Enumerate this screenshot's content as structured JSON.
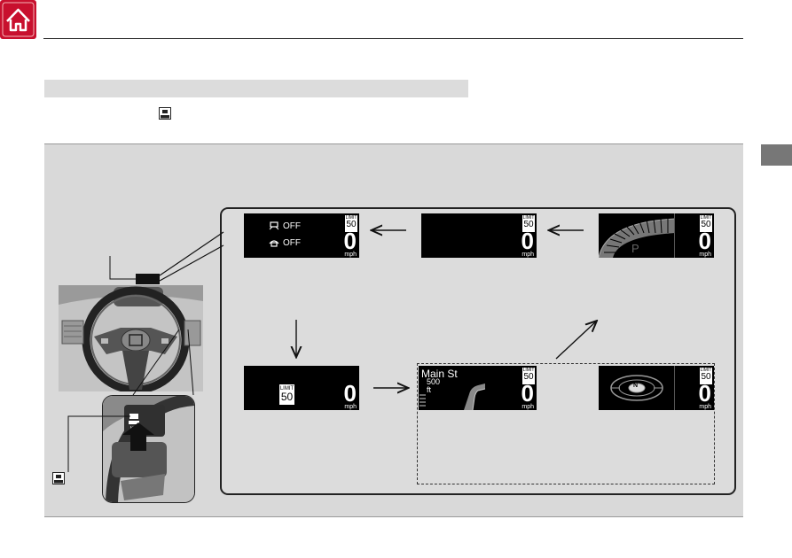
{
  "header": {
    "home_icon": "home-icon"
  },
  "figure": {
    "limit_label": "LIMIT",
    "limit_value": "50",
    "speed": "0",
    "unit": "mph",
    "screen_a": {
      "line1": "OFF",
      "line2": "OFF"
    },
    "screen_c": {
      "gear": "P"
    },
    "screen_e": {
      "street": "Main St",
      "distance": "500",
      "distance_unit": "ft"
    },
    "screen_f": {
      "compass": "N"
    },
    "button_label": "HUD"
  },
  "colors": {
    "home_red": "#c8102e",
    "panel_gray": "#d9d9d9",
    "screen_black": "#000000"
  }
}
